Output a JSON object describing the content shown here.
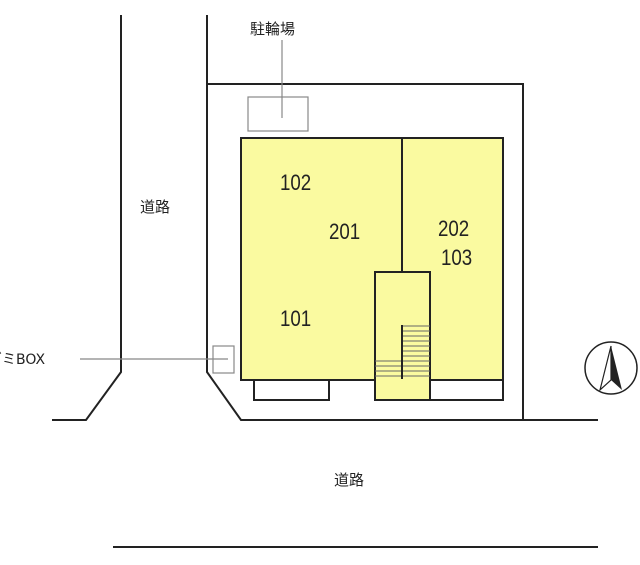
{
  "labels": {
    "bicycle_parking": "駐輪場",
    "road_west": "道路",
    "road_south": "道路",
    "garbage_box": "ゴミBOX"
  },
  "units": [
    "102",
    "201",
    "202",
    "103",
    "101"
  ],
  "colors": {
    "building": "#fafaa0",
    "line": "#222222",
    "thin_line": "#888888"
  },
  "icons": {
    "north_arrow": "north-arrow-icon"
  }
}
